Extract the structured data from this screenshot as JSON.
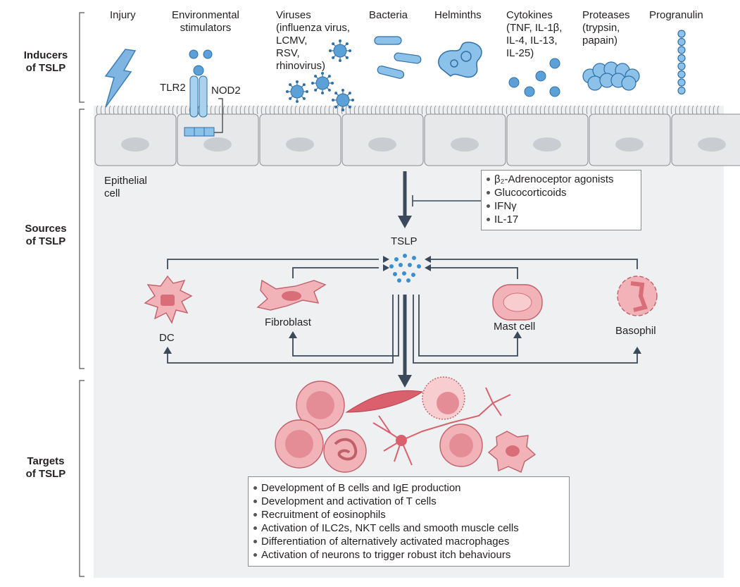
{
  "sections": {
    "inducers": "Inducers\nof TSLP",
    "sources": "Sources\nof TSLP",
    "targets": "Targets\nof TSLP"
  },
  "inducers": {
    "injury": "Injury",
    "environmental": "Environmental\nstimulators",
    "viruses": "Viruses\n(influenza virus,\nLCMV,\nRSV,\nrhinovirus)",
    "bacteria": "Bacteria",
    "helminths": "Helminths",
    "cytokines": "Cytokines\n(TNF, IL-1β,\nIL-4, IL-13,\nIL-25)",
    "proteases": "Proteases\n(trypsin,\npapain)",
    "progranulin": "Progranulin",
    "tlr2": "TLR2",
    "nod2": "NOD2"
  },
  "epithelial_cell": "Epithelial\ncell",
  "inhibitors": {
    "items": [
      "β₂-Adrenoceptor agonists",
      "Glucocorticoids",
      "IFNγ",
      "IL-17"
    ]
  },
  "tslp": "TSLP",
  "source_cells": {
    "dc": "DC",
    "fibroblast": "Fibroblast",
    "mast_cell": "Mast cell",
    "basophil": "Basophil"
  },
  "effects": {
    "items": [
      "Development of B cells and IgE production",
      "Development and activation of T cells",
      "Recruitment of eosinophils",
      "Activation of ILC2s, NKT cells and smooth muscle cells",
      "Differentiation of alternatively activated macrophages",
      "Activation of neurons to trigger robust itch behaviours"
    ]
  },
  "colors": {
    "epithelium": "#e6e8ea",
    "background_panel": "#eef0f2",
    "blue": "#4a90c8",
    "pink": "#e89aa2",
    "arrow": "#3a4a5a"
  }
}
